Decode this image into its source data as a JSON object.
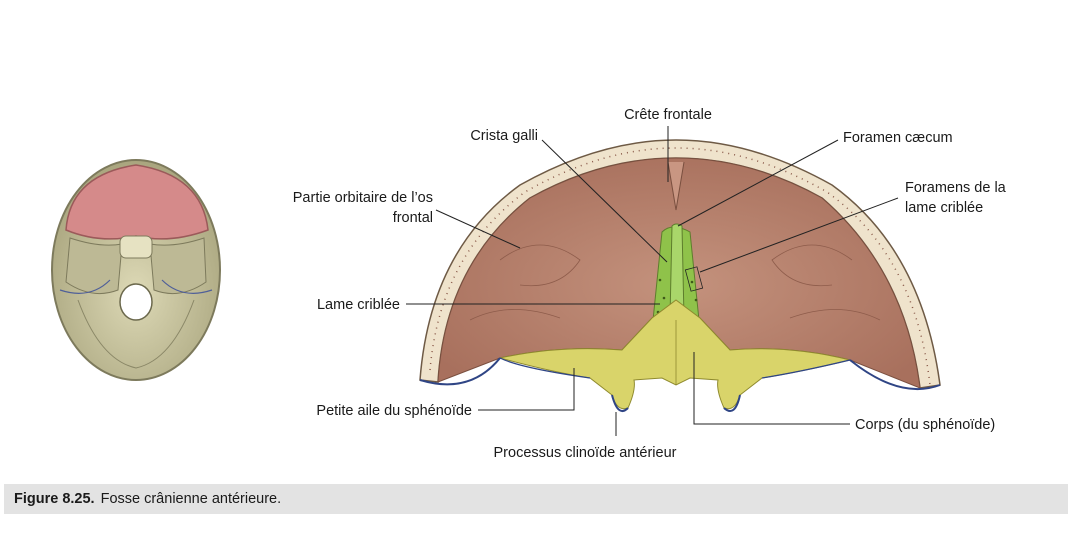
{
  "labels": {
    "crete_frontale": "Crête frontale",
    "crista_galli": "Crista galli",
    "foramen_caecum": "Foramen cæcum",
    "partie_orbitaire_1": "Partie orbitaire de l’os",
    "partie_orbitaire_2": "frontal",
    "foramens_lame_1": "Foramens de la",
    "foramens_lame_2": "lame criblée",
    "lame_criblee": "Lame criblée",
    "petite_aile": "Petite aile du sphénoïde",
    "corps": "Corps (du sphénoïde)",
    "processus": "Processus clinoïde antérieur"
  },
  "caption": {
    "number": "Figure 8.25.",
    "text": "Fosse crânienne antérieure."
  },
  "colors": {
    "frontal_fossa": "#b8806c",
    "frontal_highlight": "#d28a88",
    "bone_rim": "#efe3cc",
    "sphenoid": "#d9d46a",
    "cribriform": "#8fc24a",
    "skull_base": "#c9c6a2",
    "outline": "#3a4d8a"
  }
}
